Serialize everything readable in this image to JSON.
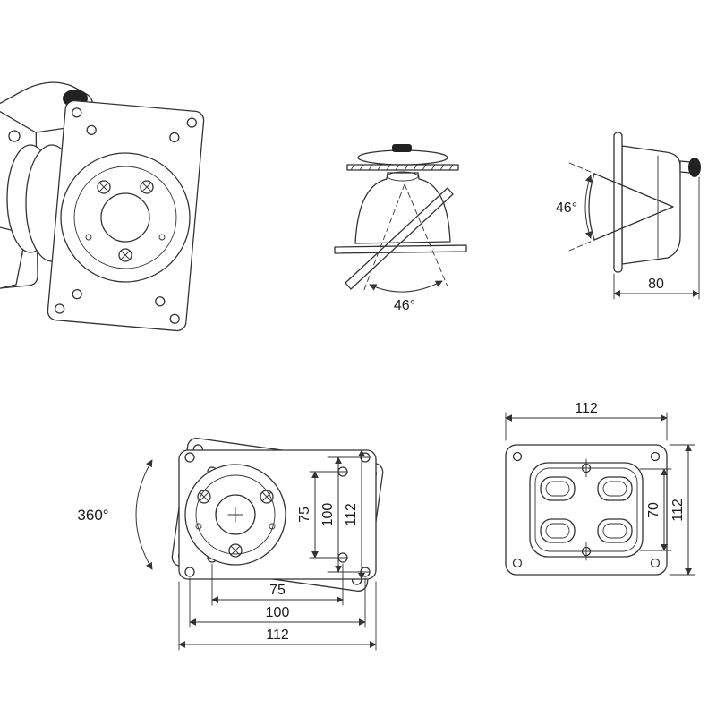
{
  "colors": {
    "line": "#333333",
    "text": "#1a1a1a",
    "background": "#ffffff"
  },
  "views": {
    "top_view": {
      "angle_label": "46°"
    },
    "side_view": {
      "angle_label": "46°",
      "depth_dim": "80"
    },
    "front_view": {
      "rotation_label": "360°",
      "dim_v_75": "75",
      "dim_v_100": "100",
      "dim_v_112": "112",
      "dim_h_75": "75",
      "dim_h_100": "100",
      "dim_h_112": "112"
    },
    "rear_view": {
      "dim_width": "112",
      "dim_inner_height": "70",
      "dim_height": "112"
    }
  }
}
